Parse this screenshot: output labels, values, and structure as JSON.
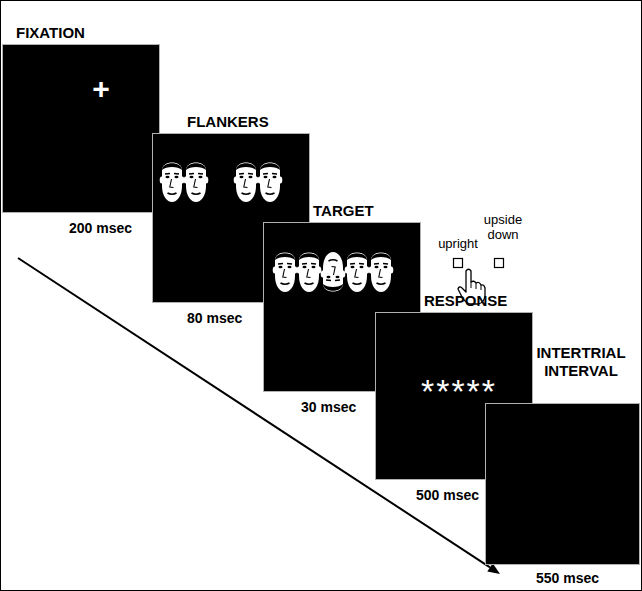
{
  "diagram": {
    "nodes": [
      {
        "text": [
          "FIXATION",
          "+",
          "200 msec"
        ]
      },
      {
        "text": [
          "FLANKERS",
          "80 msec"
        ]
      },
      {
        "text": [
          "TARGET",
          "30 msec"
        ]
      },
      {
        "text": [
          "RESPONSE",
          "*****",
          "500 msec"
        ]
      },
      {
        "text": [
          "INTERTRIAL INTERVAL",
          "550 msec"
        ]
      }
    ],
    "labels": [
      "upright",
      "upside down"
    ]
  }
}
